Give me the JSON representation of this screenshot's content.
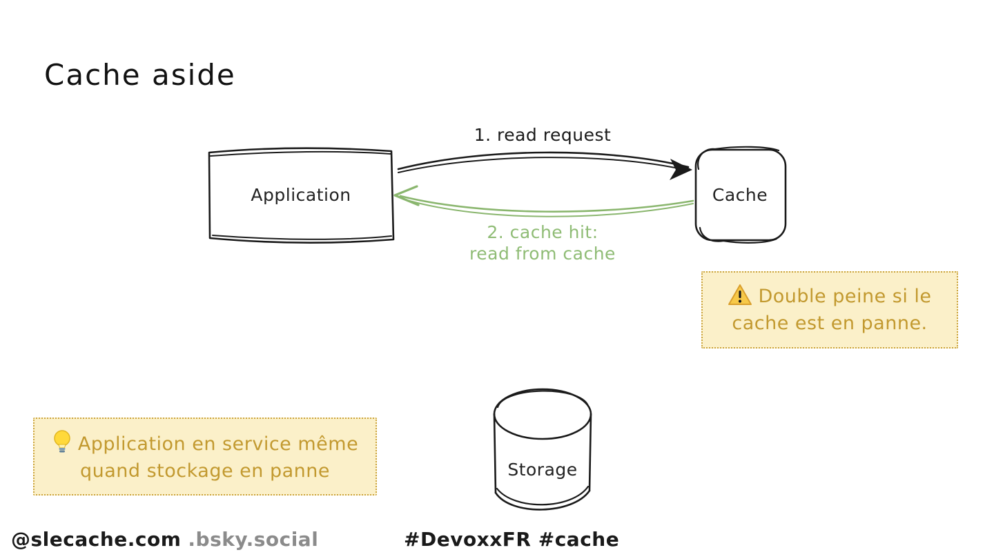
{
  "title": "Cache aside",
  "diagram": {
    "application_label": "Application",
    "cache_label": "Cache",
    "storage_label": "Storage",
    "arrow1_label": "1. read request",
    "arrow2_label_line1": "2. cache hit:",
    "arrow2_label_line2": "read from cache"
  },
  "notes": {
    "warning": {
      "icon": "warning-triangle",
      "line1": "Double peine si le",
      "line2": "cache est en panne."
    },
    "tip": {
      "icon": "lightbulb",
      "line1": "Application en service même",
      "line2": "quand stockage en panne"
    }
  },
  "footer": {
    "handle_primary": "@slecache.com",
    "handle_secondary": ".bsky.social",
    "hashtags": "#DevoxxFR #cache"
  },
  "colors": {
    "arrow_black": "#1a1a1a",
    "arrow_green": "#8ab66e",
    "green_text": "#8fbc75",
    "note_background": "#fbf0c9",
    "note_border": "#cba43d",
    "note_text": "#c2992f",
    "footer_gray": "#8b8b8b"
  }
}
